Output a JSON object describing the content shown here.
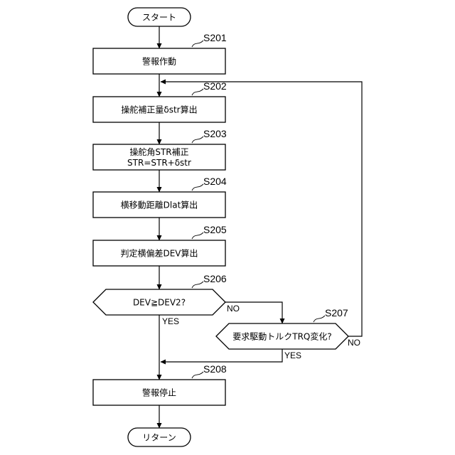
{
  "nodes": {
    "start": {
      "text": "スタート"
    },
    "s201": {
      "step": "S201",
      "text": "警報作動"
    },
    "s202": {
      "step": "S202",
      "text": "操舵補正量δstr算出"
    },
    "s203": {
      "step": "S203",
      "line1": "操舵角STR補正",
      "line2": "STR=STR+δstr"
    },
    "s204": {
      "step": "S204",
      "text": "横移動距離Dlat算出"
    },
    "s205": {
      "step": "S205",
      "text": "判定横偏差DEV算出"
    },
    "s206": {
      "step": "S206",
      "text": "DEV≧DEV2?",
      "no_label": "NO",
      "yes_label": "YES"
    },
    "s207": {
      "step": "S207",
      "text": "要求駆動トルクTRQ変化?",
      "no_label": "NO",
      "yes_label": "YES"
    },
    "s208": {
      "step": "S208",
      "text": "警報停止"
    },
    "end": {
      "text": "リターン"
    }
  }
}
